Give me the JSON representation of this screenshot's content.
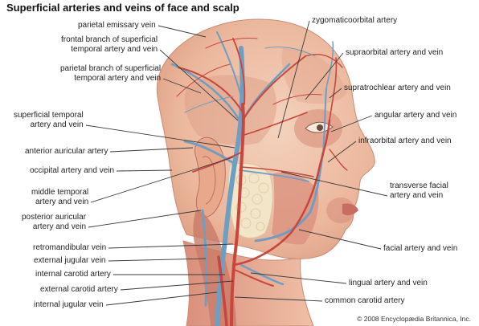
{
  "title": "Superficial arteries and veins of face and scalp",
  "labels_left": [
    {
      "id": "parietal-emissary-vein",
      "lines": [
        "parietal emissary vein"
      ]
    },
    {
      "id": "frontal-branch",
      "lines": [
        "frontal branch of superficial",
        "temporal artery and vein"
      ]
    },
    {
      "id": "parietal-branch",
      "lines": [
        "parietal branch of superficial",
        "temporal artery and vein"
      ]
    },
    {
      "id": "superficial-temporal",
      "lines": [
        "superficial temporal",
        "artery and vein"
      ]
    },
    {
      "id": "anterior-auricular",
      "lines": [
        "anterior auricular artery"
      ]
    },
    {
      "id": "occipital",
      "lines": [
        "occipital artery and vein"
      ]
    },
    {
      "id": "middle-temporal",
      "lines": [
        "middle temporal",
        "artery and vein"
      ]
    },
    {
      "id": "posterior-auricular",
      "lines": [
        "posterior auricular",
        "artery and vein"
      ]
    },
    {
      "id": "retromandibular-vein",
      "lines": [
        "retromandibular vein"
      ]
    },
    {
      "id": "external-jugular-vein",
      "lines": [
        "external jugular vein"
      ]
    },
    {
      "id": "internal-carotid-artery",
      "lines": [
        "internal carotid artery"
      ]
    },
    {
      "id": "external-carotid-artery",
      "lines": [
        "external carotid artery"
      ]
    },
    {
      "id": "internal-jugular-vein",
      "lines": [
        "internal jugular vein"
      ]
    }
  ],
  "labels_right": [
    {
      "id": "zygomaticoorbital",
      "lines": [
        "zygomaticoorbital artery"
      ]
    },
    {
      "id": "supraorbital",
      "lines": [
        "supraorbital artery and vein"
      ]
    },
    {
      "id": "supratrochlear",
      "lines": [
        "supratrochlear artery and vein"
      ]
    },
    {
      "id": "angular",
      "lines": [
        "angular artery and vein"
      ]
    },
    {
      "id": "infraorbital",
      "lines": [
        "infraorbital artery and vein"
      ]
    },
    {
      "id": "transverse-facial",
      "lines": [
        "transverse facial",
        "artery and vein"
      ]
    },
    {
      "id": "facial",
      "lines": [
        "facial artery and vein"
      ]
    },
    {
      "id": "lingual",
      "lines": [
        "lingual artery and vein"
      ]
    },
    {
      "id": "common-carotid",
      "lines": [
        "common carotid artery"
      ]
    }
  ],
  "copyright": "© 2008 Encyclopædia Britannica, Inc.",
  "colors": {
    "artery": "#c9463d",
    "vein": "#6e9fc2",
    "skin": "#eec0a6",
    "muscle": "#d98f7c",
    "gland": "#f3e6c8",
    "leader": "#3a3a3a"
  }
}
